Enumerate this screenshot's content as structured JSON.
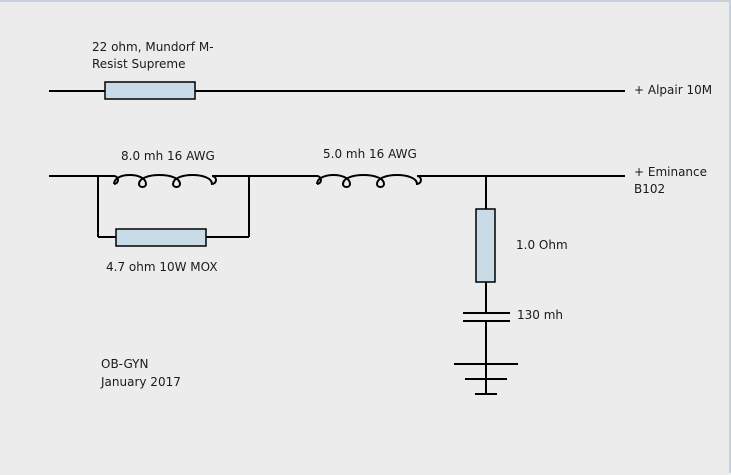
{
  "components": {
    "r_tweeter": {
      "label_line1": "22 ohm, Mundorf M-",
      "label_line2": "Resist Supreme"
    },
    "tweeter_out": {
      "label": "+ Alpair 10M"
    },
    "l1": {
      "label": "8.0 mh 16 AWG"
    },
    "l2": {
      "label": "5.0 mh 16 AWG"
    },
    "woofer_out": {
      "label_line1": "+ Eminance",
      "label_line2": "B102"
    },
    "r_parallel": {
      "label": "4.7 ohm 10W MOX"
    },
    "r_shunt": {
      "label": "1.0 Ohm"
    },
    "c_shunt": {
      "label": "130 mh"
    }
  },
  "credits": {
    "line1": "OB-GYN",
    "line2": "January 2017"
  },
  "colors": {
    "wire": "#000000",
    "resistor_fill": "#c9dbe6",
    "background": "#ececec"
  }
}
